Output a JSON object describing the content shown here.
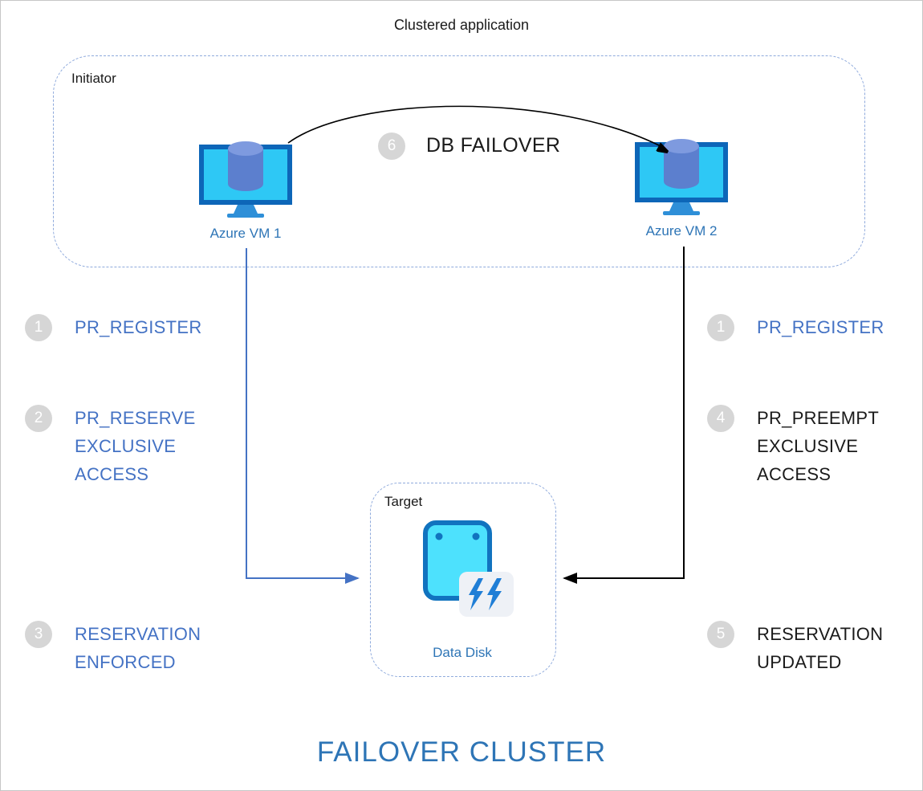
{
  "header": {
    "clustered_application": "Clustered application"
  },
  "initiator": {
    "label": "Initiator",
    "vm1": "Azure VM 1",
    "vm2": "Azure VM 2"
  },
  "failover": {
    "number": "6",
    "label": "DB FAILOVER"
  },
  "target": {
    "label": "Target",
    "disk": "Data Disk"
  },
  "steps_left": [
    {
      "number": "1",
      "lines": [
        "PR_REGISTER"
      ]
    },
    {
      "number": "2",
      "lines": [
        "PR_RESERVE",
        "EXCLUSIVE",
        "ACCESS"
      ]
    },
    {
      "number": "3",
      "lines": [
        "RESERVATION",
        "ENFORCED"
      ]
    }
  ],
  "steps_right": [
    {
      "number": "1",
      "lines": [
        "PR_REGISTER"
      ]
    },
    {
      "number": "4",
      "lines": [
        "PR_PREEMPT",
        "EXCLUSIVE",
        "ACCESS"
      ]
    },
    {
      "number": "5",
      "lines": [
        "RESERVATION",
        "UPDATED"
      ]
    }
  ],
  "title": "FAILOVER CLUSTER",
  "colors": {
    "step_text_blue": "#4472C4",
    "step_text_black": "#1A1A1A",
    "title_blue": "#2E75B6",
    "vm_label_blue": "#2E75B6",
    "circle_gray": "#D6D6D6",
    "dashed_border_blue": "#8FAADC",
    "arrow_blue": "#4472C4",
    "arrow_black": "#000000",
    "monitor_cyan": "#2EC8F5",
    "monitor_frame_blue": "#0D66B8",
    "cylinder_blue": "#5C7FCE",
    "disk_cyan": "#4DE1FD",
    "disk_border_blue": "#1173BF",
    "bolt_blue": "#1F7ED6"
  }
}
